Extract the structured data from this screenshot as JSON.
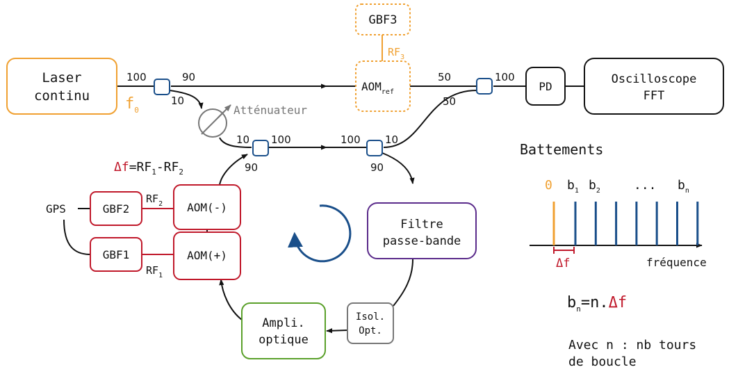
{
  "colors": {
    "orange": "#f0a030",
    "red": "#c0182a",
    "purple": "#5a2a8a",
    "green": "#5aa02a",
    "blue": "#1a4f8a",
    "gray": "#777777",
    "black": "#111111"
  },
  "components": {
    "laser": {
      "line1": "Laser",
      "line2": "continu"
    },
    "f0": {
      "main": "f",
      "sub": "0"
    },
    "gbf3": "GBF3",
    "rf3": {
      "main": "RF",
      "sub": "3"
    },
    "aom_ref": {
      "main": "AOM",
      "sub": "ref"
    },
    "pd": "PD",
    "oscilloscope": {
      "line1": "Oscilloscope",
      "line2": "FFT"
    },
    "attenuator": "Atténuateur",
    "gbf2": "GBF2",
    "gbf1": "GBF1",
    "gps": "GPS",
    "aom_minus": "AOM(-)",
    "aom_plus": "AOM(+)",
    "rf2": {
      "main": "RF",
      "sub": "2"
    },
    "rf1": {
      "main": "RF",
      "sub": "1"
    },
    "delta_formula": {
      "delta": "Δf",
      "eq": "=RF",
      "sub1": "1",
      "minus": "-RF",
      "sub2": "2"
    },
    "filter": {
      "line1": "Filtre",
      "line2": "passe-bande"
    },
    "isolator": {
      "line1": "Isol.",
      "line2": "Opt."
    },
    "amplifier": {
      "line1": "Ampli.",
      "line2": "optique"
    }
  },
  "coupler_ratios": {
    "c1_in": "100",
    "c1_out_main": "90",
    "c1_out_tap": "10",
    "c2_in_loop": "10",
    "c2_in_main": "100",
    "c2_out_loop": "90",
    "c3_in": "100",
    "c3_out_tap": "10",
    "c3_out_loop": "90",
    "c4_in_ref": "50",
    "c4_in_tap": "50",
    "c4_out": "100"
  },
  "beat_spectrum": {
    "title": "Battements",
    "zero_label": "0",
    "labels": [
      {
        "main": "b",
        "sub": "1"
      },
      {
        "main": "b",
        "sub": "2"
      },
      {
        "main": "...",
        "sub": ""
      },
      {
        "main": "b",
        "sub": "n"
      }
    ],
    "x_axis_label": "fréquence",
    "delta_label": "Δf",
    "beat_line_count": 7
  },
  "formula": {
    "b": "b",
    "sub": "n",
    "eq": "=n.",
    "delta": "Δf"
  },
  "note": {
    "line1": "Avec n : nb tours",
    "line2": "de boucle"
  }
}
